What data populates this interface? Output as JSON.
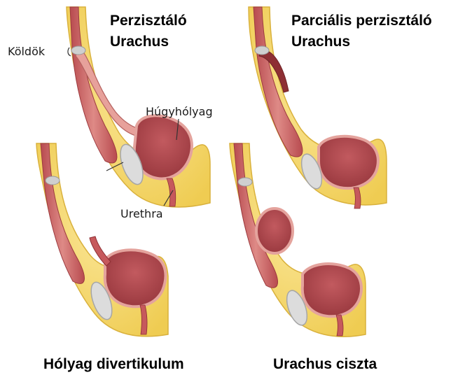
{
  "panels": [
    {
      "title_line1": "Perzisztáló",
      "title_line2": "Urachus",
      "labels": {
        "umbilicus": "Köldök",
        "bladder": "Húgyhólyag",
        "urethra": "Urethra"
      }
    },
    {
      "title_line1": "Parciális perzisztáló",
      "title_line2": "Urachus"
    },
    {
      "caption": "Hólyag divertikulum"
    },
    {
      "caption": "Urachus ciszta"
    }
  ],
  "colors": {
    "fat": "#f4d96a",
    "fat_edge": "#d9b13c",
    "tissue": "#e6a79f",
    "tissue_edge": "#c77a74",
    "bladder": "#b54a50",
    "bladder_edge": "#8e2f34",
    "muscle": "#c6595c",
    "bone": "#d9d9d9",
    "bone_edge": "#a6a6a6"
  }
}
